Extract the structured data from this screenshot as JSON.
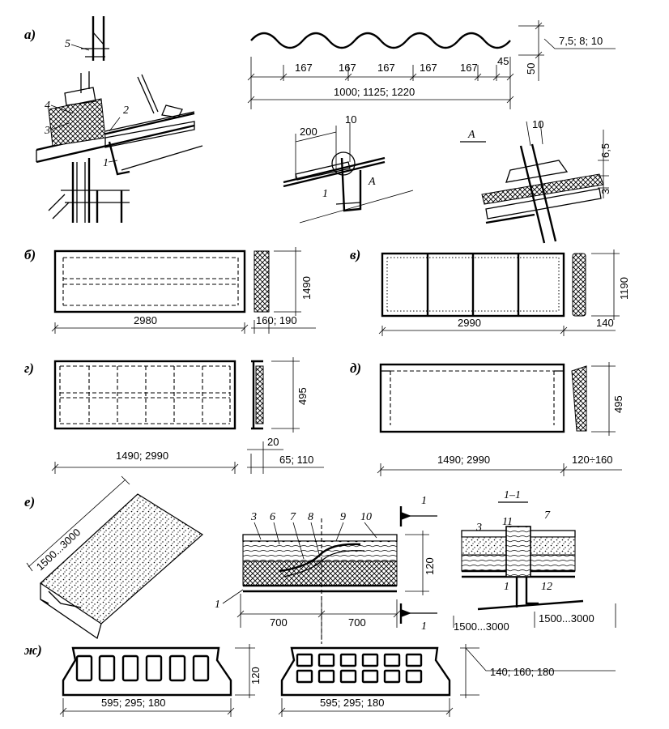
{
  "labels": {
    "a": "а)",
    "b": "б)",
    "v": "в)",
    "g": "г)",
    "d": "д)",
    "e": "е)",
    "zh": "ж)",
    "section_A": "А",
    "section_11": "1–1",
    "cut": "1"
  },
  "numbers": {
    "n1": "1",
    "n2": "2",
    "n3": "3",
    "n4": "4",
    "n5": "5",
    "n6": "6",
    "n7": "7",
    "n8": "8",
    "n9": "9",
    "n10": "10",
    "n11": "11",
    "n12": "12"
  },
  "dims": {
    "a_wave": "167",
    "a_45": "45",
    "a_width": "1000; 1125; 1220",
    "a_thick": "7,5; 8; 10",
    "a_50": "50",
    "a_200": "200",
    "a_10": "10",
    "a_65": "6,5",
    "a_3": "3",
    "b_len": "2980",
    "b_w": "1490",
    "b_t": "160; 190",
    "v_len": "2990",
    "v_w": "1190",
    "v_t": "140",
    "g_len": "1490; 2990",
    "g_w": "495",
    "g_20": "20",
    "g_t": "65; 110",
    "d_len": "1490; 2990",
    "d_w": "495",
    "d_t": "120÷160",
    "e_len": "1500...3000",
    "e_700": "700",
    "e_120": "120",
    "e_span": "1500...3000",
    "zh_len": "595; 295; 180",
    "zh_120": "120",
    "zh_t": "140; 160; 180"
  }
}
